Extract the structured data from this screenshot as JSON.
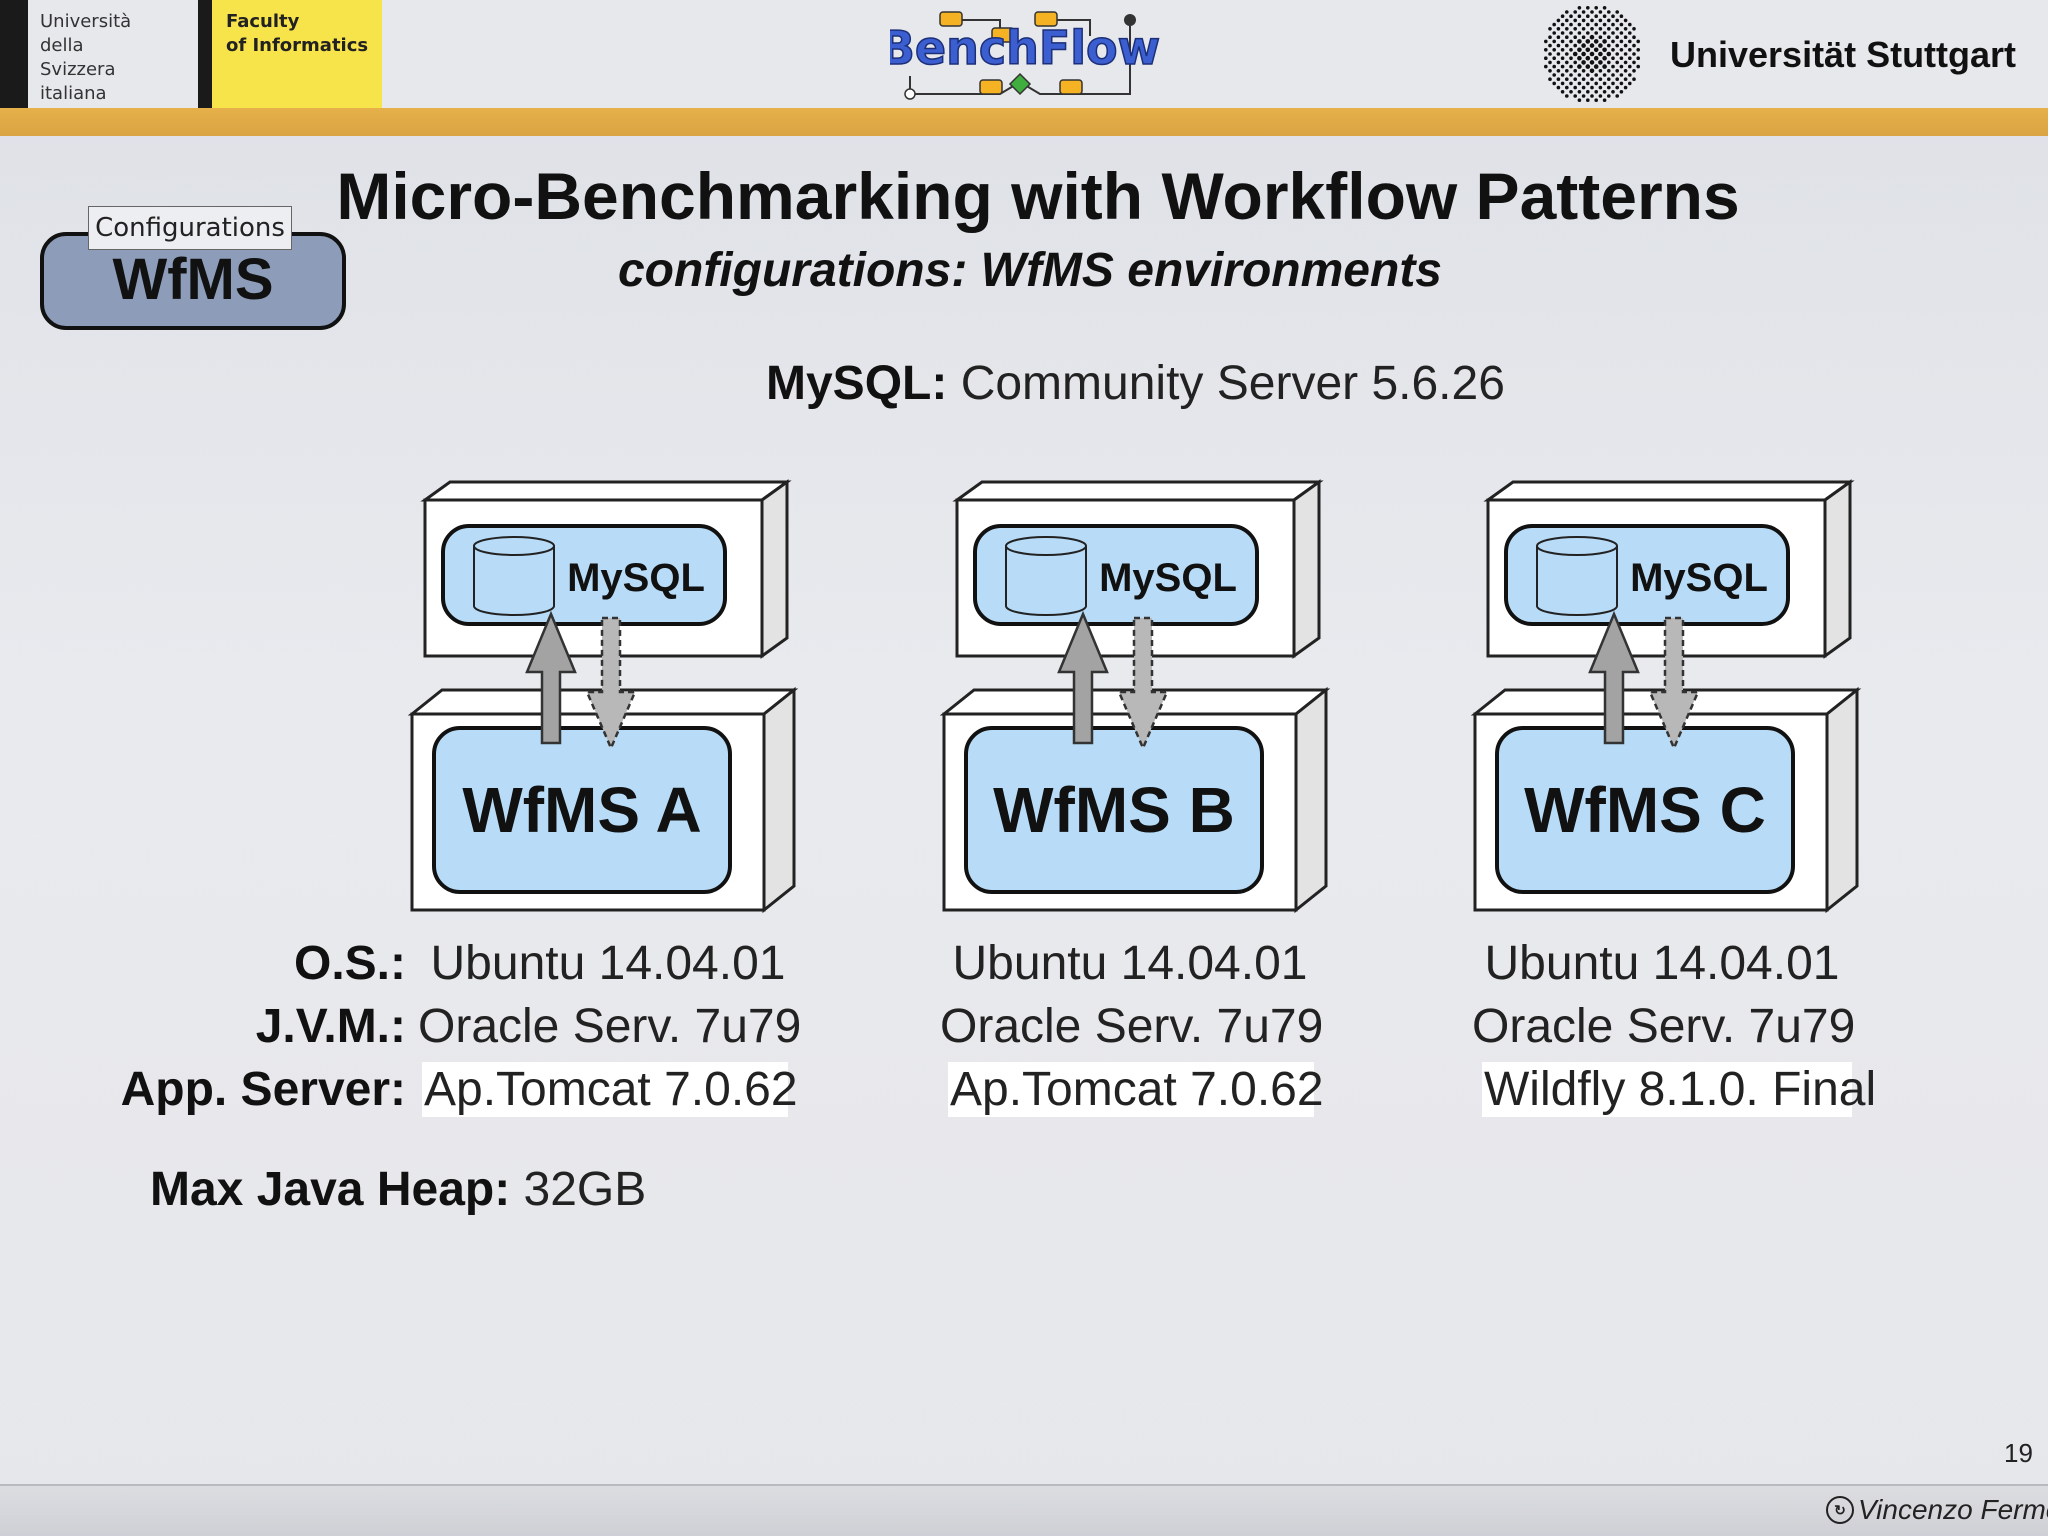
{
  "header": {
    "usi_lines": [
      "Università",
      "della",
      "Svizzera",
      "italiana"
    ],
    "faculty_lines": [
      "Faculty",
      "of Informatics"
    ],
    "logo_text": "BenchFlow",
    "university": "Universität Stuttgart"
  },
  "slide": {
    "title": "Micro-Benchmarking with Workflow Patterns",
    "subtitle": "configurations: WfMS environments",
    "badge_label": "Configurations",
    "badge_name": "WfMS",
    "mysql_label": "MySQL:",
    "mysql_value": "Community Server 5.6.26",
    "db_label": "MySQL",
    "wfms": [
      {
        "name": "WfMS A",
        "os": "Ubuntu 14.04.01",
        "jvm": "Oracle Serv. 7u79",
        "app_server": "Ap.Tomcat 7.0.62"
      },
      {
        "name": "WfMS B",
        "os": "Ubuntu 14.04.01",
        "jvm": "Oracle Serv. 7u79",
        "app_server": "Ap.Tomcat 7.0.62"
      },
      {
        "name": "WfMS C",
        "os": "Ubuntu 14.04.01",
        "jvm": "Oracle Serv. 7u79",
        "app_server": "Wildfly 8.1.0. Final"
      }
    ],
    "labels": {
      "os": "O.S.:",
      "jvm": "J.V.M.:",
      "app_server": "App. Server:"
    },
    "heap_label": "Max Java Heap:",
    "heap_value": "32GB",
    "page_number": "19",
    "author": "Vincenzo Ferme",
    "author_icon": "creative-commons-icon"
  },
  "colors": {
    "band": "#dba645",
    "node_fill": "#b8dcf7",
    "badge_fill": "#8d9db9",
    "faculty_yellow": "#f7e34a"
  }
}
